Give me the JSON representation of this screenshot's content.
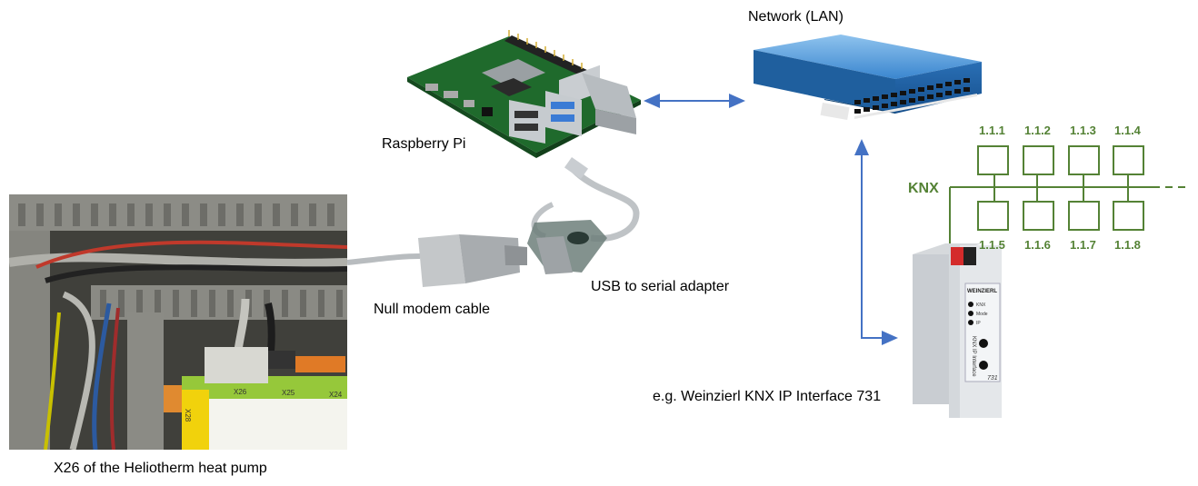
{
  "labels": {
    "network": "Network (LAN)",
    "raspberry_pi": "Raspberry Pi",
    "null_modem": "Null modem cable",
    "usb_serial": "USB to serial adapter",
    "heatpump": "X26 of the Heliotherm heat pump",
    "knx_interface": "e.g. Weinzierl KNX IP Interface 731"
  },
  "knx": {
    "bus_label": "KNX",
    "devices_top": [
      "1.1.1",
      "1.1.2",
      "1.1.3",
      "1.1.4"
    ],
    "devices_bottom": [
      "1.1.5",
      "1.1.6",
      "1.1.7",
      "1.1.8"
    ],
    "color": "#548235"
  },
  "photo_labels": {
    "x26": "X26",
    "x25": "X25",
    "x24": "X24",
    "x28": "X28"
  },
  "device_text": {
    "brand": "WEINZIERL",
    "led1": "KNX",
    "led2": "Mode",
    "led3": "IP",
    "vertical": "KNX IP Interface",
    "model": "731"
  },
  "colors": {
    "arrow": "#4472c4",
    "knx": "#548235",
    "switch": "#2e75b6"
  }
}
